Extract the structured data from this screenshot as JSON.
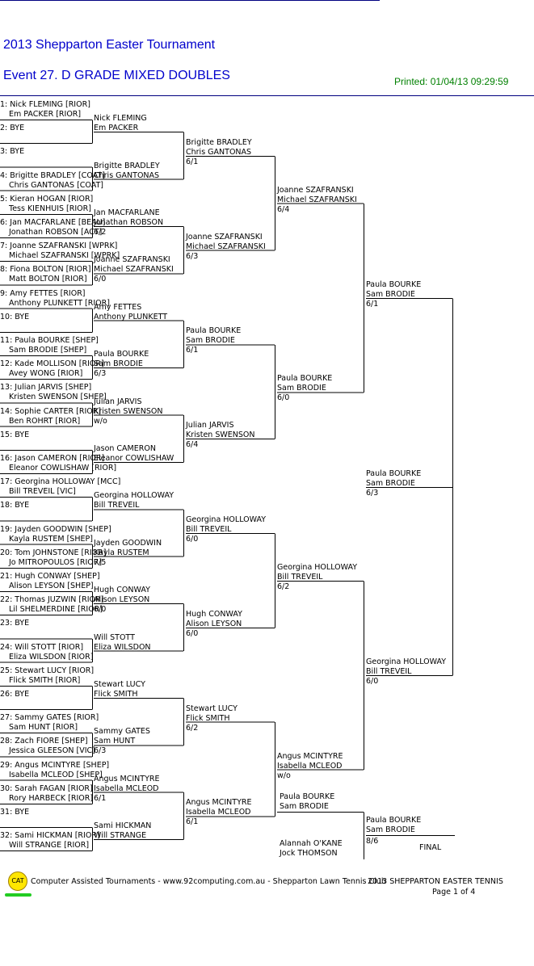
{
  "header": {
    "tournament": "2013 Shepparton Easter Tournament",
    "event": "Event 27. D GRADE MIXED DOUBLES",
    "printed": "Printed: 01/04/13 09:29:59"
  },
  "round1": [
    {
      "a": "1: Nick FLEMING [RIOR]",
      "b": "Em PACKER [RIOR]"
    },
    {
      "a": "2: BYE",
      "b": ""
    },
    {
      "a": "3: BYE",
      "b": ""
    },
    {
      "a": "4: Brigitte BRADLEY [COAT]",
      "b": "Chris GANTONAS [COAT]"
    },
    {
      "a": "5: Kieran HOGAN [RIOR]",
      "b": "Tess KIENHUIS [RIOR]"
    },
    {
      "a": "6: Jan MACFARLANE [BEAU]",
      "b": "Jonathan ROBSON [ACT]"
    },
    {
      "a": "7: Joanne SZAFRANSKI [WPRK]",
      "b": "Michael SZAFRANSKI [WPRK]"
    },
    {
      "a": "8: Fiona BOLTON [RIOR]",
      "b": "Matt BOLTON [RIOR]"
    },
    {
      "a": "9: Amy FETTES [RIOR]",
      "b": "Anthony PLUNKETT [RIOR]"
    },
    {
      "a": "10: BYE",
      "b": ""
    },
    {
      "a": "11: Paula BOURKE [SHEP]",
      "b": "Sam BRODIE [SHEP]"
    },
    {
      "a": "12: Kade MOLLISON [RIOR]",
      "b": "Avey WONG [RIOR]"
    },
    {
      "a": "13: Julian JARVIS [SHEP]",
      "b": "Kristen SWENSON [SHEP]"
    },
    {
      "a": "14: Sophie CARTER [RIOR]",
      "b": "Ben ROHRT [RIOR]"
    },
    {
      "a": "15: BYE",
      "b": ""
    },
    {
      "a": "16: Jason CAMERON [RIOR]",
      "b": "Eleanor COWLISHAW [RIOR]"
    },
    {
      "a": "17: Georgina HOLLOWAY [MCC]",
      "b": "Bill TREVEIL [VIC]"
    },
    {
      "a": "18: BYE",
      "b": ""
    },
    {
      "a": "19: Jayden GOODWIN [SHEP]",
      "b": "Kayla RUSTEM [SHEP]"
    },
    {
      "a": "20: Tom JOHNSTONE [RIOR]",
      "b": "Jo MITROPOULOS [RIOR]"
    },
    {
      "a": "21: Hugh CONWAY [SHEP]",
      "b": "Alison LEYSON [SHEP]"
    },
    {
      "a": "22: Thomas JUZWIN [RIOR]",
      "b": "Lil SHELMERDINE [RIOR]"
    },
    {
      "a": "23: BYE",
      "b": ""
    },
    {
      "a": "24: Will STOTT [RIOR]",
      "b": "Eliza WILSDON [RIOR]"
    },
    {
      "a": "25: Stewart LUCY [RIOR]",
      "b": "Flick SMITH [RIOR]"
    },
    {
      "a": "26: BYE",
      "b": ""
    },
    {
      "a": "27: Sammy GATES [RIOR]",
      "b": "Sam HUNT [RIOR]"
    },
    {
      "a": "28: Zach FIORE [SHEP]",
      "b": "Jessica GLEESON [VIC]"
    },
    {
      "a": "29: Angus MCINTYRE [SHEP]",
      "b": "Isabella MCLEOD [SHEP]"
    },
    {
      "a": "30: Sarah FAGAN [RIOR]",
      "b": "Rory HARBECK [RIOR]"
    },
    {
      "a": "31: BYE",
      "b": ""
    },
    {
      "a": "32: Sami HICKMAN [RIOR]",
      "b": "Will STRANGE [RIOR]"
    }
  ],
  "round2": [
    {
      "a": "Nick FLEMING",
      "b": "Em PACKER",
      "s": ""
    },
    {
      "a": "Brigitte BRADLEY",
      "b": "Chris GANTONAS",
      "s": ""
    },
    {
      "a": "Jan MACFARLANE",
      "b": "Jonathan ROBSON",
      "s": "6/2"
    },
    {
      "a": "Joanne SZAFRANSKI",
      "b": "Michael SZAFRANSKI",
      "s": "6/0"
    },
    {
      "a": "Amy FETTES",
      "b": "Anthony PLUNKETT",
      "s": ""
    },
    {
      "a": "Paula BOURKE",
      "b": "Sam BRODIE",
      "s": "6/3"
    },
    {
      "a": "Julian JARVIS",
      "b": "Kristen SWENSON",
      "s": "w/o"
    },
    {
      "a": "Jason CAMERON",
      "b": "Eleanor COWLISHAW",
      "s": ""
    },
    {
      "a": "Georgina HOLLOWAY",
      "b": "Bill TREVEIL",
      "s": ""
    },
    {
      "a": "Jayden GOODWIN",
      "b": "Kayla RUSTEM",
      "s": "7/5"
    },
    {
      "a": "Hugh CONWAY",
      "b": "Alison LEYSON",
      "s": "6/0"
    },
    {
      "a": "Will STOTT",
      "b": "Eliza WILSDON",
      "s": ""
    },
    {
      "a": "Stewart LUCY",
      "b": "Flick SMITH",
      "s": ""
    },
    {
      "a": "Sammy GATES",
      "b": "Sam HUNT",
      "s": "6/3"
    },
    {
      "a": "Angus MCINTYRE",
      "b": "Isabella MCLEOD",
      "s": "6/1"
    },
    {
      "a": "Sami HICKMAN",
      "b": "Will STRANGE",
      "s": ""
    }
  ],
  "round3": [
    {
      "a": "Brigitte BRADLEY",
      "b": "Chris GANTONAS",
      "s": "6/1"
    },
    {
      "a": "Joanne SZAFRANSKI",
      "b": "Michael SZAFRANSKI",
      "s": "6/3"
    },
    {
      "a": "Paula BOURKE",
      "b": "Sam BRODIE",
      "s": "6/1"
    },
    {
      "a": "Julian JARVIS",
      "b": "Kristen SWENSON",
      "s": "6/4"
    },
    {
      "a": "Georgina HOLLOWAY",
      "b": "Bill TREVEIL",
      "s": "6/0"
    },
    {
      "a": "Hugh CONWAY",
      "b": "Alison LEYSON",
      "s": "6/0"
    },
    {
      "a": "Stewart LUCY",
      "b": "Flick SMITH",
      "s": "6/2"
    },
    {
      "a": "Angus MCINTYRE",
      "b": "Isabella MCLEOD",
      "s": "6/1"
    }
  ],
  "round4": [
    {
      "a": "Joanne SZAFRANSKI",
      "b": "Michael SZAFRANSKI",
      "s": "6/4"
    },
    {
      "a": "Paula BOURKE",
      "b": "Sam BRODIE",
      "s": "6/0"
    },
    {
      "a": "Georgina HOLLOWAY",
      "b": "Bill TREVEIL",
      "s": "6/2"
    },
    {
      "a": "Angus MCINTYRE",
      "b": "Isabella MCLEOD",
      "s": "w/o"
    }
  ],
  "round5": [
    {
      "a": "Paula BOURKE",
      "b": "Sam BRODIE",
      "s": "6/1"
    },
    {
      "a": "Georgina HOLLOWAY",
      "b": "Bill TREVEIL",
      "s": "6/0"
    }
  ],
  "round6": [
    {
      "a": "Paula BOURKE",
      "b": "Sam BRODIE",
      "s": "6/3"
    }
  ],
  "final": {
    "top": {
      "a": "Paula BOURKE",
      "b": "Sam BRODIE"
    },
    "bottom": {
      "a": "Alannah O'KANE",
      "b": "Jock THOMSON"
    },
    "winner": {
      "a": "Paula BOURKE",
      "b": "Sam BRODIE",
      "s": "8/6"
    },
    "label": "FINAL"
  },
  "footer": {
    "logo_text": "CAT",
    "credit": "Computer Assisted Tournaments - www.92computing.com.au -  Shepparton Lawn Tennis Club",
    "event_name": "2013 SHEPPARTON EASTER TENNIS",
    "page": "Page 1 of 4"
  }
}
